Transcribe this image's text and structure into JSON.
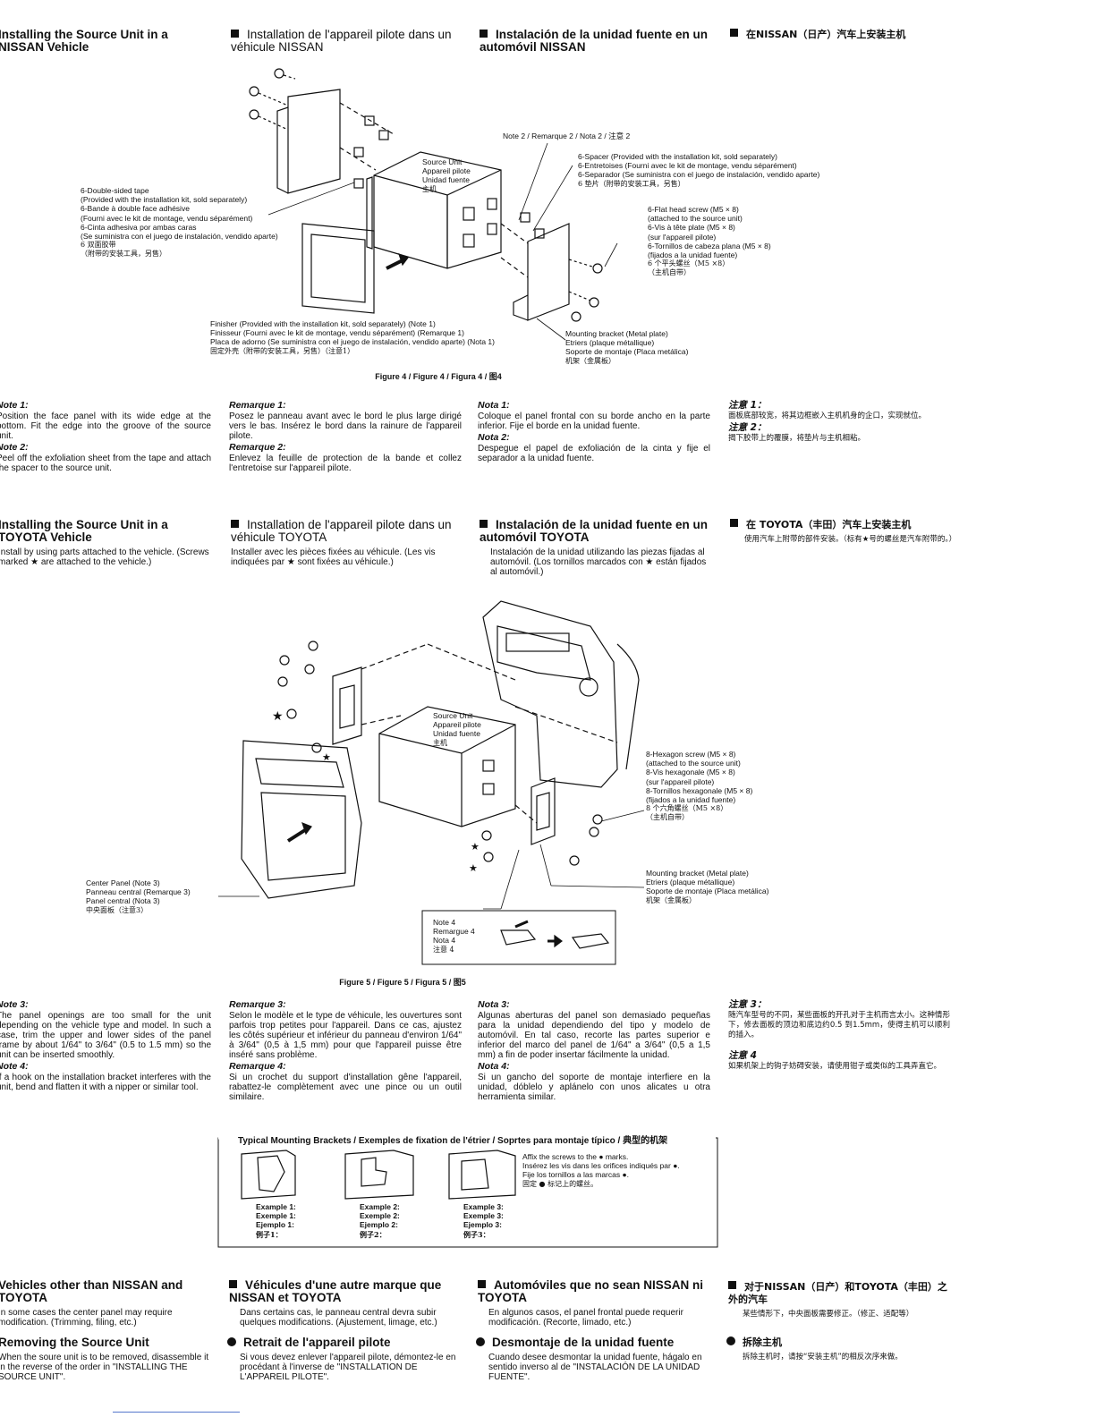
{
  "nissan": {
    "h_en": "Installing the Source Unit in a NISSAN Vehicle",
    "h_fr": "Installation de l'appareil pilote dans un véhicule NISSAN",
    "h_es": "Instalación de la unidad fuente en un automóvil NISSAN",
    "h_cn": "在NISSAN（日产）汽车上安装主机"
  },
  "fig4": {
    "caption": "Figure 4 / Figure 4 / Figura 4 / 图4",
    "source_unit": [
      "Source Unit",
      "Appareil pilote",
      "Unidad fuente",
      "主机"
    ],
    "note2": "Note 2 / Remarque 2 / Nota 2 / 注意 2",
    "tape": [
      "6-Double-sided tape",
      "(Provided with the installation kit, sold separately)",
      "6-Bande à double face adhésive",
      "(Fourni avec le kit de montage, vendu séparément)",
      "6-Cinta adhesiva por ambas caras",
      "(Se suministra con el juego de instalación, vendido aparte)",
      "6 双面胶带",
      "（附带的安装工具，另售）"
    ],
    "spacer": [
      "6-Spacer (Provided with the installation kit, sold separately)",
      "6-Entretoises (Fourni avec le kit de montage, vendu séparément)",
      "6-Separador (Se suministra con el juego de instalación, vendido aparte)",
      "6 垫片（附带的安装工具，另售）"
    ],
    "screw": [
      "6-Flat head screw (M5 × 8)",
      "(attached to the source unit)",
      "6-Vis à tête plate (M5 × 8)",
      "(sur l'appareil pilote)",
      "6-Tornillos de cabeza plana (M5 × 8)",
      "(fijados a la unidad fuente)",
      "6 个平头螺丝（M5 ×8）",
      "（主机自带）"
    ],
    "finisher": [
      "Finisher (Provided with the installation kit, sold separately) (Note 1)",
      "Finisseur (Fourni avec le kit de montage, vendu séparément) (Remarque 1)",
      "Placa de adorno (Se suministra con el juego de instalación, vendido aparte) (Nota 1)",
      "固定外壳（附带的安装工具，另售）（注意1）"
    ],
    "bracket": [
      "Mounting bracket (Metal plate)",
      "Etriers (plaque métallique)",
      "Soporte de montaje (Placa metálica)",
      "机架（金属板）"
    ]
  },
  "notes12": {
    "en_h1": "Note 1:",
    "en_t1": "Position the face panel with its wide edge at the bottom. Fit the edge into the groove of the source unit.",
    "en_h2": "Note 2:",
    "en_t2": "Peel off the exfoliation sheet from the tape and attach the spacer to the source unit.",
    "fr_h1": "Remarque 1:",
    "fr_t1": "Posez le panneau avant avec le bord le plus large dirigé vers le bas. Insérez le bord dans la rainure de l'appareil pilote.",
    "fr_h2": "Remarque 2:",
    "fr_t2": "Enlevez la feuille de protection de la bande et collez l'entretoise sur l'appareil pilote.",
    "es_h1": "Nota 1:",
    "es_t1": "Coloque el panel frontal con su borde ancho en la parte inferior. Fije el borde en la unidad fuente.",
    "es_h2": "Nota 2:",
    "es_t2": "Despegue el papel de exfoliación de la cinta y fije el separador a la unidad fuente.",
    "cn_h1": "注意 1：",
    "cn_t1": "面板底部较宽，将其边框嵌入主机机身的企口，实现就位。",
    "cn_h2": "注意 2：",
    "cn_t2": "揭下胶带上的覆膜，将垫片与主机相粘。"
  },
  "toyota": {
    "h_en": "Installing the Source Unit in a TOYOTA Vehicle",
    "h_fr": "Installation de l'appareil pilote dans un véhicule TOYOTA",
    "h_es": "Instalación de la unidad fuente en un automóvil TOYOTA",
    "h_cn": "在 TOYOTA（丰田）汽车上安装主机",
    "t_en": "Install by using parts attached to the vehicle. (Screws marked ★ are attached to the vehicle.)",
    "t_fr": "Installer avec les pièces fixées au véhicule. (Les vis indiquées par ★ sont fixées au véhicule.)",
    "t_es": "Instalación de la unidad utilizando las piezas fijadas al automóvil. (Los tornillos marcados con ★ están fijados al automóvil.)",
    "t_cn": "使用汽车上附带的部件安装。（标有★号的螺丝是汽车附带的。）"
  },
  "fig5": {
    "caption": "Figure 5 / Figure 5 / Figura 5 / 图5",
    "source_unit": [
      "Source Unit",
      "Appareil pilote",
      "Unidad fuente",
      "主机"
    ],
    "hex": [
      "8-Hexagon screw (M5 × 8)",
      "(attached to the source unit)",
      "8-Vis hexagonale (M5 × 8)",
      "(sur l'appareil pilote)",
      "8-Tornillos hexagonale (M5 × 8)",
      "(fijados a la unidad fuente)",
      "8 个六角螺丝（M5 ×8）",
      "（主机自带）"
    ],
    "bracket": [
      "Mounting bracket (Metal plate)",
      "Etriers (plaque métallique)",
      "Soporte de montaje (Placa metálica)",
      "机架（金属板）"
    ],
    "center": [
      "Center Panel (Note 3)",
      "Panneau central (Remarque 3)",
      "Panel central (Nota 3)",
      "中央面板（注意3）"
    ],
    "note4": [
      "Note 4",
      "Remargue 4",
      "Nota 4",
      "注意 4"
    ]
  },
  "notes34": {
    "en_h3": "Note 3:",
    "en_t3": "The panel openings are too small for the unit depending on the vehicle type and model. In such a case, trim the upper and lower sides of the panel frame by about 1/64\" to 3/64\" (0.5 to 1.5 mm) so the unit can be inserted smoothly.",
    "en_h4": "Note 4:",
    "en_t4": "If a hook on the installation bracket interferes with the unit, bend and flatten it with a nipper or similar tool.",
    "fr_h3": "Remarque 3:",
    "fr_t3": "Selon le modèle et le type de véhicule, les ouvertures sont parfois trop petites pour l'appareil. Dans ce cas, ajustez les côtés supérieur et inférieur du panneau d'environ 1/64\" à 3/64\" (0,5 à 1,5 mm) pour que l'appareil puisse être inséré sans problème.",
    "fr_h4": "Remarque 4:",
    "fr_t4": "Si un crochet du support d'installation gêne l'appareil, rabattez-le complètement avec une pince ou un outil similaire.",
    "es_h3": "Nota 3:",
    "es_t3": "Algunas aberturas del panel son demasiado pequeñas para la unidad dependiendo del tipo y modelo de automóvil. En tal caso, recorte las partes superior e inferior del marco del panel de 1/64\" a 3/64\" (0,5 a 1,5 mm) a fin de poder insertar fácilmente la unidad.",
    "es_h4": "Nota 4:",
    "es_t4": "Si un gancho del soporte de montaje interfiere en la unidad, dóblelo y aplánelo con unos alicates u otra herramienta similar.",
    "cn_h3": "注意 3：",
    "cn_t3": "随汽车型号的不同，某些面板的开孔对于主机而言太小。这种情形下，修去面板的顶边和底边约0.5 到1.5mm，使得主机可以顺利的插入。",
    "cn_h4": "注意 4",
    "cn_t4": "如果机架上的钩子妨碍安装，请使用钳子或类似的工具弄直它。"
  },
  "brackets": {
    "title": "Typical Mounting Brackets / Exemples de fixation de l'étrier / Soprtes para montaje típico / 典型的机架",
    "affix": [
      "Affix the screws to the ● marks.",
      "Insérez les vis dans les orifices indiqués par ●.",
      "Fije los tornillos a las marcas ●.",
      "固定 ● 标记上的螺丝。"
    ],
    "ex1": [
      "Example 1:",
      "Exemple 1:",
      "Ejemplo 1:",
      "例子1："
    ],
    "ex2": [
      "Example 2:",
      "Exemple 2:",
      "Ejemplo 2:",
      "例子2："
    ],
    "ex3": [
      "Example 3:",
      "Exemple 3:",
      "Ejemplo 3:",
      "例子3："
    ]
  },
  "other": {
    "h_en": "Vehicles other than NISSAN and TOYOTA",
    "h_fr": "Véhicules d'une autre marque que NISSAN et TOYOTA",
    "h_es": "Automóviles que no sean NISSAN ni TOYOTA",
    "h_cn": "对于NISSAN（日产）和TOYOTA（丰田）之外的汽车",
    "t_en": "In some cases the center panel may require modification. (Trimming, filing, etc.)",
    "t_fr": "Dans certains cas, le panneau central devra subir quelques modifications. (Ajustement, limage, etc.)",
    "t_es": "En algunos casos, el panel frontal puede requerir modificación. (Recorte, limado, etc.)",
    "t_cn": "某些情形下，中央面板需要修正。（修正、适配等）"
  },
  "remove": {
    "h_en": "Removing the Source Unit",
    "h_fr": "Retrait de l'appareil pilote",
    "h_es": "Desmontaje de la unidad fuente",
    "h_cn": "拆除主机",
    "t_en": "When the soure unit is to be removed, disassemble it in the reverse of the order in \"INSTALLING THE SOURCE UNIT\".",
    "t_fr": "Si vous devez enlever l'appareil pilote, démontez-le en procédant à l'inverse de \"INSTALLATION DE L'APPAREIL PILOTE\".",
    "t_es": "Cuando desee desmontar la unidad fuente, hágalo en sentido inverso al de \"INSTALACIÓN DE LA UNIDAD FUENTE\".",
    "t_cn": "拆除主机时，请按“安装主机”的相反次序来做。"
  }
}
